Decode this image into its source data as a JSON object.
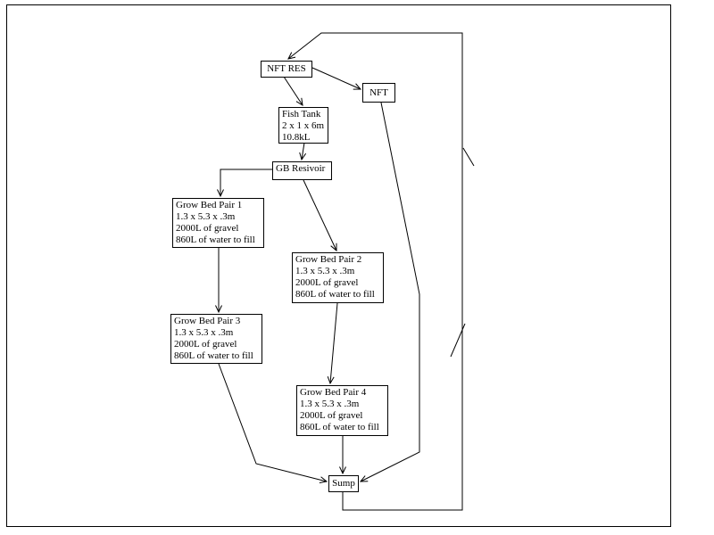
{
  "colors": {
    "line": "#000000",
    "background": "#ffffff"
  },
  "diagram": {
    "nodes": {
      "nft_res": {
        "lines": [
          "NFT RES"
        ]
      },
      "nft": {
        "lines": [
          "NFT"
        ]
      },
      "fish_tank": {
        "lines": [
          "Fish Tank",
          "2 x 1 x 6m",
          "10.8kL"
        ]
      },
      "gb_resivoir": {
        "lines": [
          "GB Resivoir"
        ]
      },
      "grow_bed_1": {
        "lines": [
          "Grow Bed Pair 1",
          "1.3 x 5.3 x .3m",
          "2000L of gravel",
          "860L of water to fill"
        ]
      },
      "grow_bed_2": {
        "lines": [
          "Grow Bed Pair 2",
          "1.3 x 5.3 x .3m",
          "2000L of gravel",
          "860L of water to fill"
        ]
      },
      "grow_bed_3": {
        "lines": [
          "Grow Bed Pair 3",
          "1.3 x 5.3 x .3m",
          "2000L of gravel",
          "860L of water to fill"
        ]
      },
      "grow_bed_4": {
        "lines": [
          "Grow Bed Pair 4",
          "1.3 x 5.3 x .3m",
          "2000L of gravel",
          "860L of water to fill"
        ]
      },
      "sump": {
        "lines": [
          "Sump"
        ]
      }
    },
    "edges": [
      {
        "from": "nft_res",
        "to": "fish_tank"
      },
      {
        "from": "nft_res",
        "to": "nft"
      },
      {
        "from": "fish_tank",
        "to": "gb_resivoir"
      },
      {
        "from": "gb_resivoir",
        "to": "grow_bed_1"
      },
      {
        "from": "gb_resivoir",
        "to": "grow_bed_2"
      },
      {
        "from": "grow_bed_1",
        "to": "grow_bed_3"
      },
      {
        "from": "grow_bed_2",
        "to": "grow_bed_4"
      },
      {
        "from": "grow_bed_3",
        "to": "sump"
      },
      {
        "from": "grow_bed_4",
        "to": "sump"
      },
      {
        "from": "nft",
        "to": "sump"
      },
      {
        "from": "sump",
        "to": "nft_res"
      }
    ]
  }
}
